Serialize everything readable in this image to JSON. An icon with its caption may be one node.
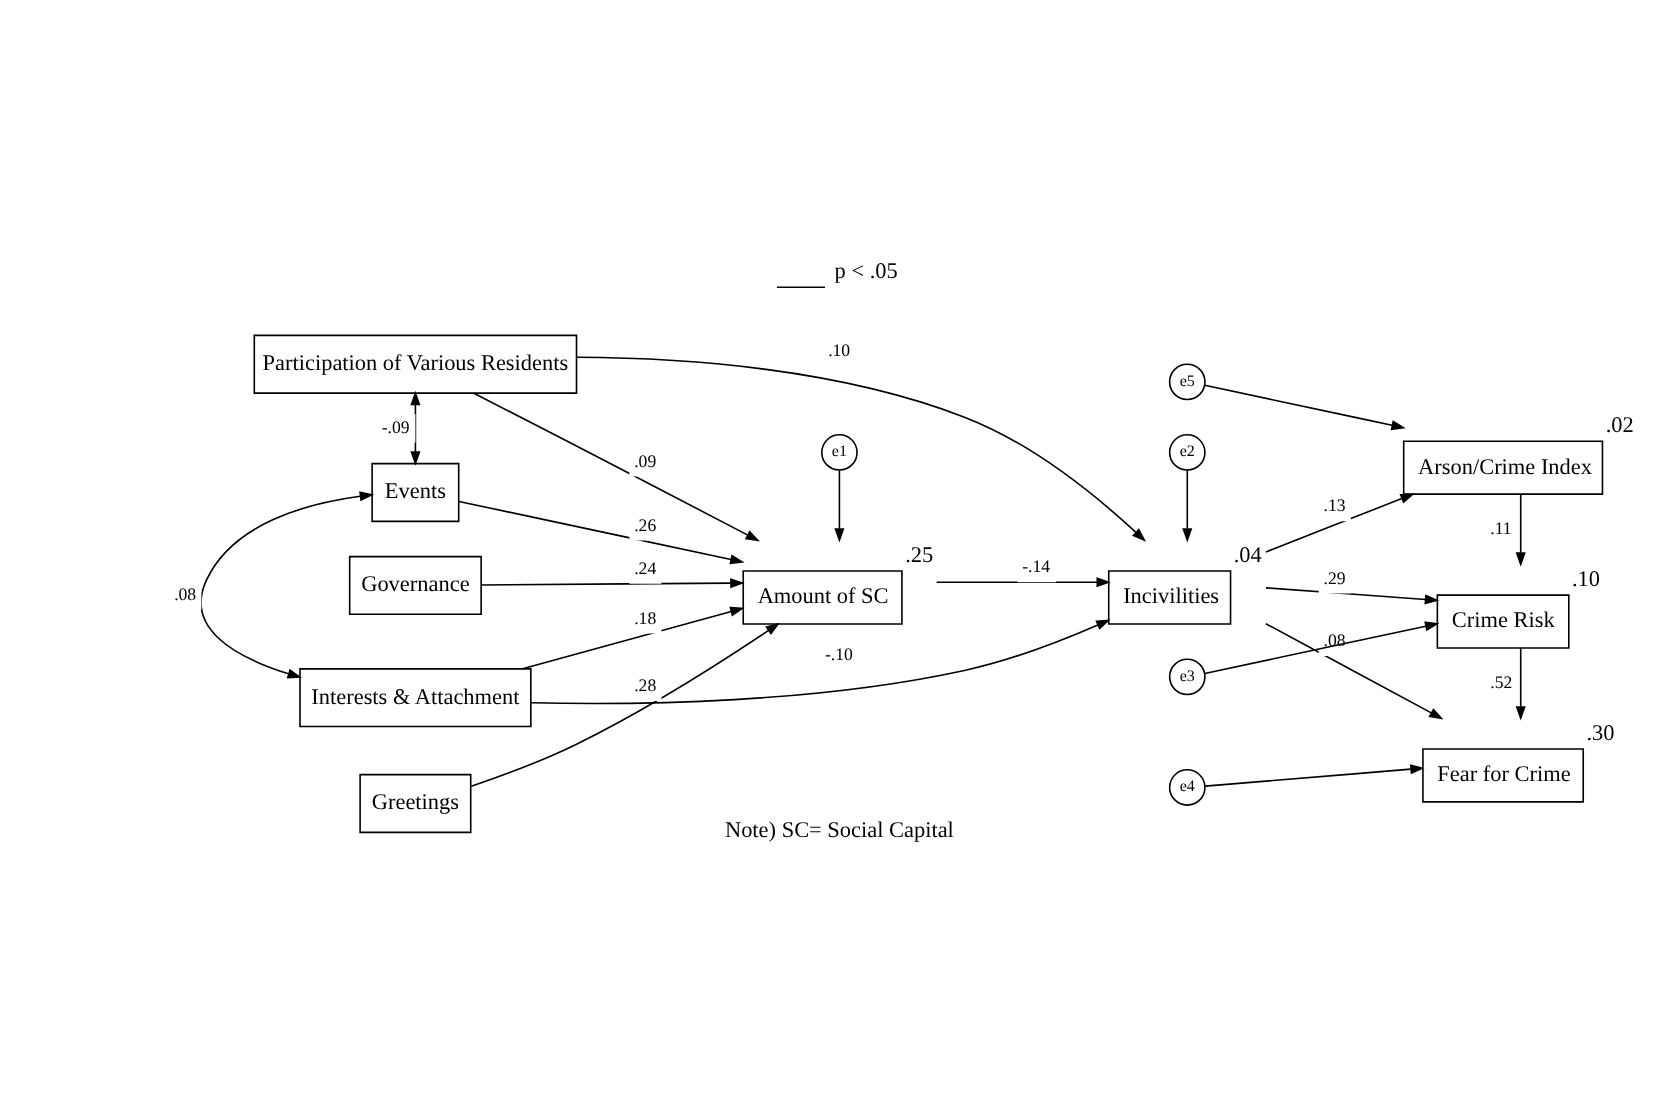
{
  "diagram": {
    "nodes": [
      {
        "text": [
          "Participation of Various Residents"
        ]
      },
      {
        "text": [
          "Events"
        ]
      },
      {
        "text": [
          "Governance"
        ]
      },
      {
        "text": [
          "Interests & Attachment"
        ]
      },
      {
        "text": [
          "Greetings"
        ]
      },
      {
        "text": [
          "Amount of SC"
        ],
        "beside": [
          ".25"
        ]
      },
      {
        "text": [
          "e1"
        ]
      },
      {
        "text": [
          "Incivilities"
        ],
        "beside": [
          ".04"
        ]
      },
      {
        "text": [
          "e2"
        ]
      },
      {
        "text": [
          "Arson/Crime Index"
        ],
        "beside": [
          ".02"
        ]
      },
      {
        "text": [
          "e5"
        ]
      },
      {
        "text": [
          "Crime Risk"
        ],
        "beside": [
          ".10"
        ]
      },
      {
        "text": [
          "e3"
        ]
      },
      {
        "text": [
          "Fear for Crime"
        ],
        "beside": [
          ".30"
        ]
      },
      {
        "text": [
          "e4"
        ]
      }
    ],
    "edges": [
      {
        "from": 0,
        "to": 1,
        "arrow": "both",
        "label": "-.09"
      },
      {
        "from": 1,
        "to": 3,
        "arrow": "both",
        "label": ".08"
      },
      {
        "from": 0,
        "to": 5,
        "arrow": "to",
        "label": ".09"
      },
      {
        "from": 1,
        "to": 5,
        "arrow": "to",
        "label": ".26"
      },
      {
        "from": 2,
        "to": 5,
        "arrow": "to",
        "label": ".24"
      },
      {
        "from": 3,
        "to": 5,
        "arrow": "to",
        "label": ".18"
      },
      {
        "from": 4,
        "to": 5,
        "arrow": "to",
        "label": ".28"
      },
      {
        "from": 6,
        "to": 5,
        "arrow": "to"
      },
      {
        "from": 0,
        "to": 7,
        "arrow": "to",
        "label": ".10"
      },
      {
        "from": 5,
        "to": 7,
        "arrow": "to",
        "label": "-.14"
      },
      {
        "from": 3,
        "to": 7,
        "arrow": "to",
        "label": "-.10"
      },
      {
        "from": 8,
        "to": 7,
        "arrow": "to"
      },
      {
        "from": 7,
        "to": 9,
        "arrow": "to",
        "label": ".13"
      },
      {
        "from": 7,
        "to": 11,
        "arrow": "to",
        "label": ".29"
      },
      {
        "from": 7,
        "to": 13,
        "arrow": "to",
        "label": ".08"
      },
      {
        "from": 10,
        "to": 9,
        "arrow": "to"
      },
      {
        "from": 9,
        "to": 11,
        "arrow": "to",
        "label": ".11"
      },
      {
        "from": 12,
        "to": 11,
        "arrow": "to"
      },
      {
        "from": 11,
        "to": 13,
        "arrow": "to",
        "label": ".52"
      },
      {
        "from": 14,
        "to": 13,
        "arrow": "to"
      }
    ],
    "labels": [
      "Note) SC= Social Capital"
    ],
    "legend": [
      {
        "text": "p < .05"
      }
    ]
  }
}
